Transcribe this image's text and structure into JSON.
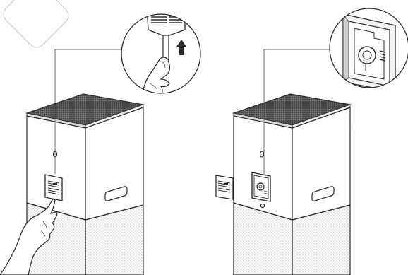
{
  "figure": {
    "kind": "installation-illustration",
    "steps": [
      {
        "id": "remove-cover",
        "icon": "hand-pull-icon",
        "detail": "pull-tab-up"
      },
      {
        "id": "cover-removed",
        "icon": "open-compartment-icon",
        "detail": "exposed-chip-slot"
      }
    ],
    "colors": {
      "line": "#2b2b2b",
      "shade": "#6a6a6a",
      "fill": "#ffffff",
      "grille": "#9a9a9a"
    }
  }
}
